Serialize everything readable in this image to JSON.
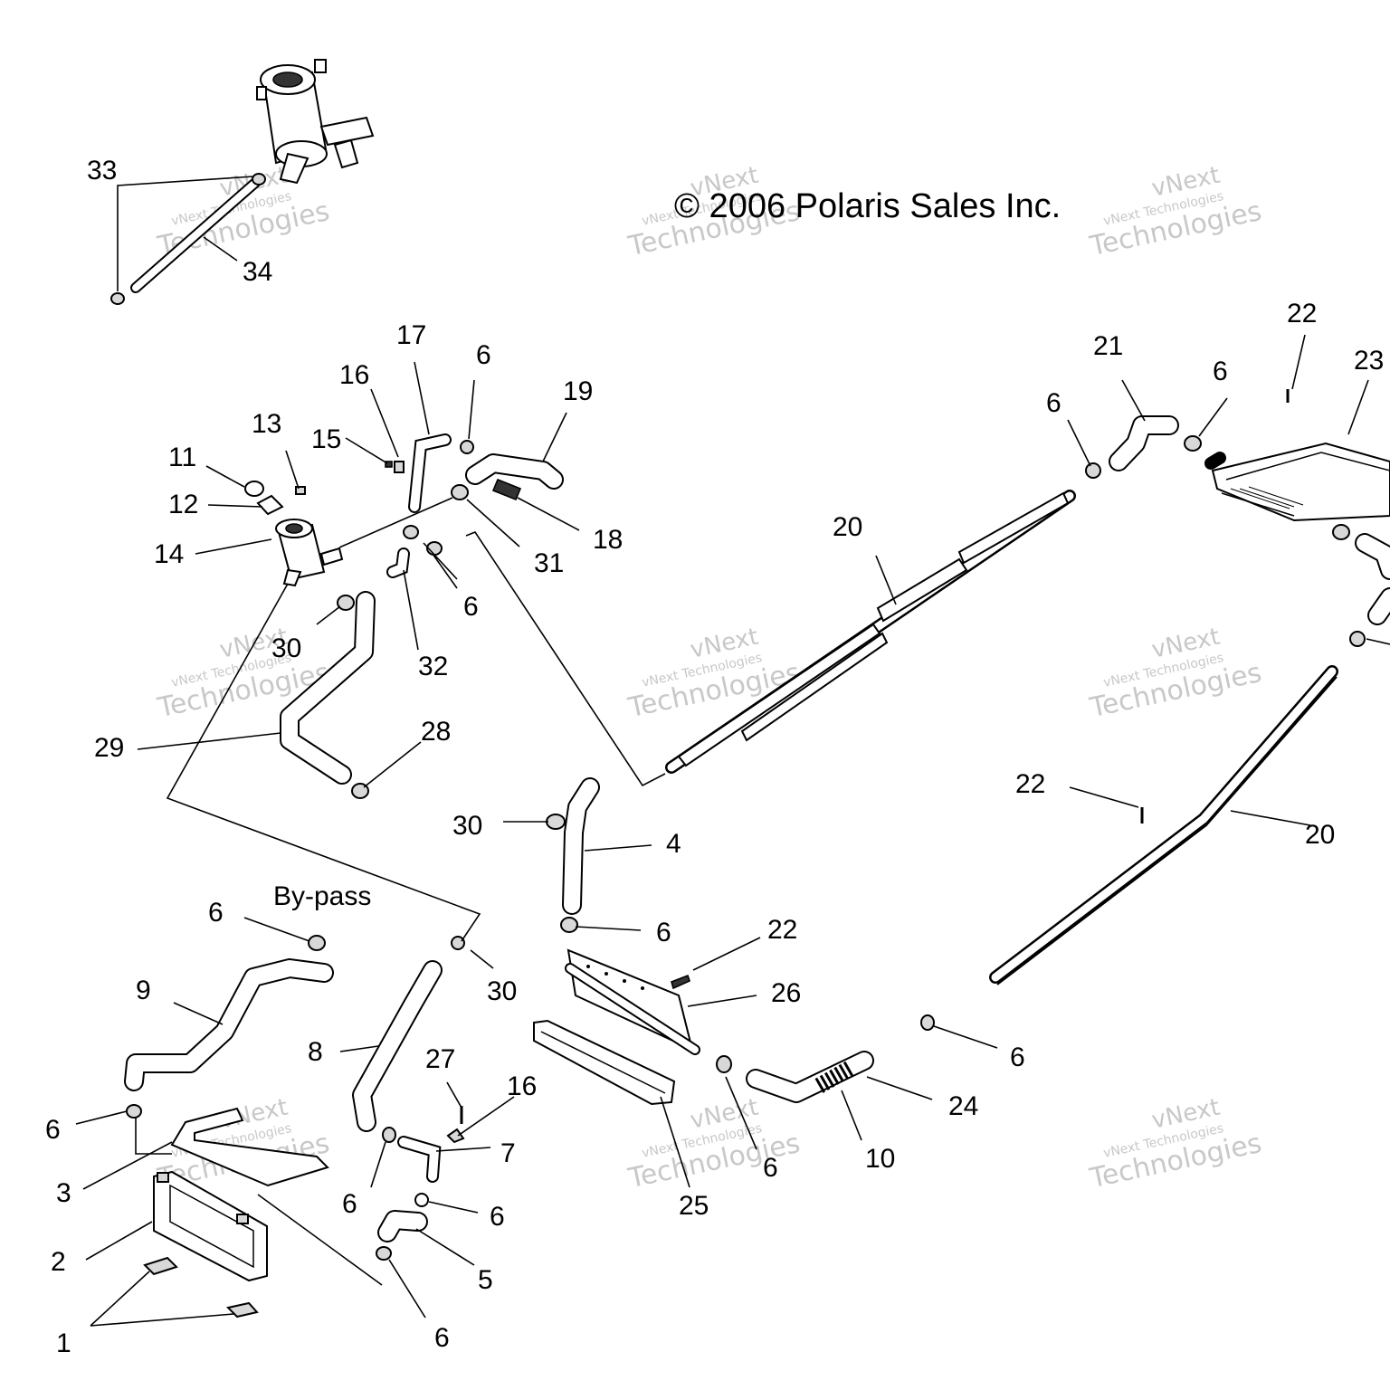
{
  "copyright": "© 2006 Polaris Sales Inc.",
  "note_bypass": "By-pass",
  "watermark": {
    "line1": "vNext",
    "line2": "vNext Technologies",
    "line3": "Technologies"
  },
  "callouts": [
    "1",
    "2",
    "3",
    "4",
    "5",
    "6",
    "7",
    "8",
    "9",
    "10",
    "11",
    "12",
    "13",
    "14",
    "15",
    "16",
    "17",
    "18",
    "19",
    "20",
    "21",
    "22",
    "23",
    "24",
    "25",
    "26",
    "27",
    "28",
    "29",
    "30",
    "31",
    "32",
    "33",
    "34"
  ]
}
